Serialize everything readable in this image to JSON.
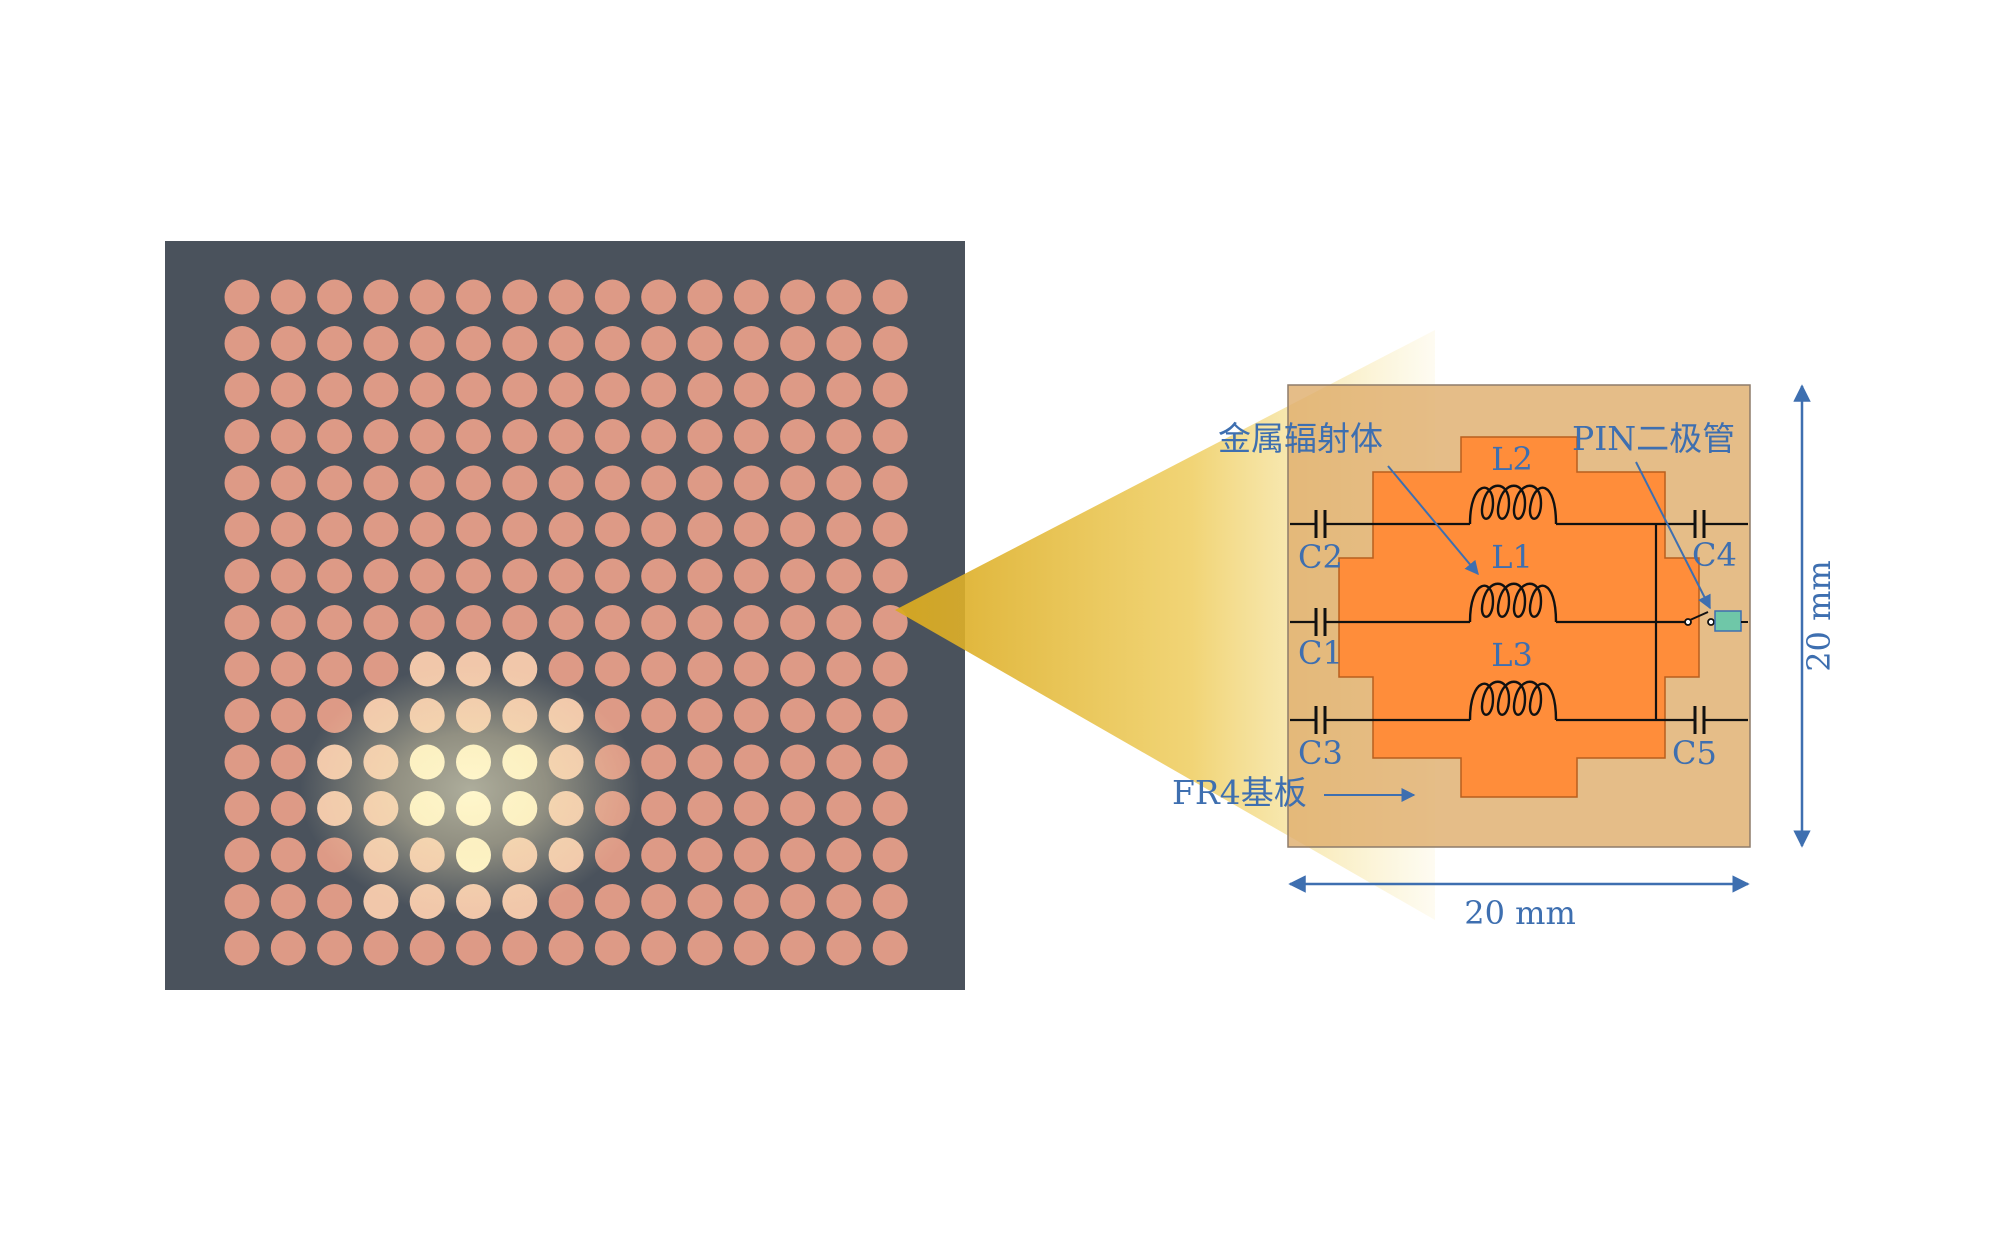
{
  "labels": {
    "metal_radiator": "金属辐射体",
    "pin_diode": "PIN二极管",
    "substrate": "FR4基板",
    "L1": "L1",
    "L2": "L2",
    "L3": "L3",
    "C1": "C1",
    "C2": "C2",
    "C3": "C3",
    "C4": "C4",
    "C5": "C5",
    "width_dim": "20 mm",
    "height_dim": "20 mm"
  },
  "array": {
    "rows": 15,
    "cols": 15
  },
  "colors": {
    "board": "#4a525c",
    "patch": "#dd9a86",
    "patch_glow": "#fff6c8",
    "zoom_beam": "#e7c23a",
    "substrate": "#dfae6e",
    "radiator": "#ff8d3a",
    "annotation": "#3e6fb0",
    "circuit": "#111111",
    "diode": "#6fc7a8"
  }
}
